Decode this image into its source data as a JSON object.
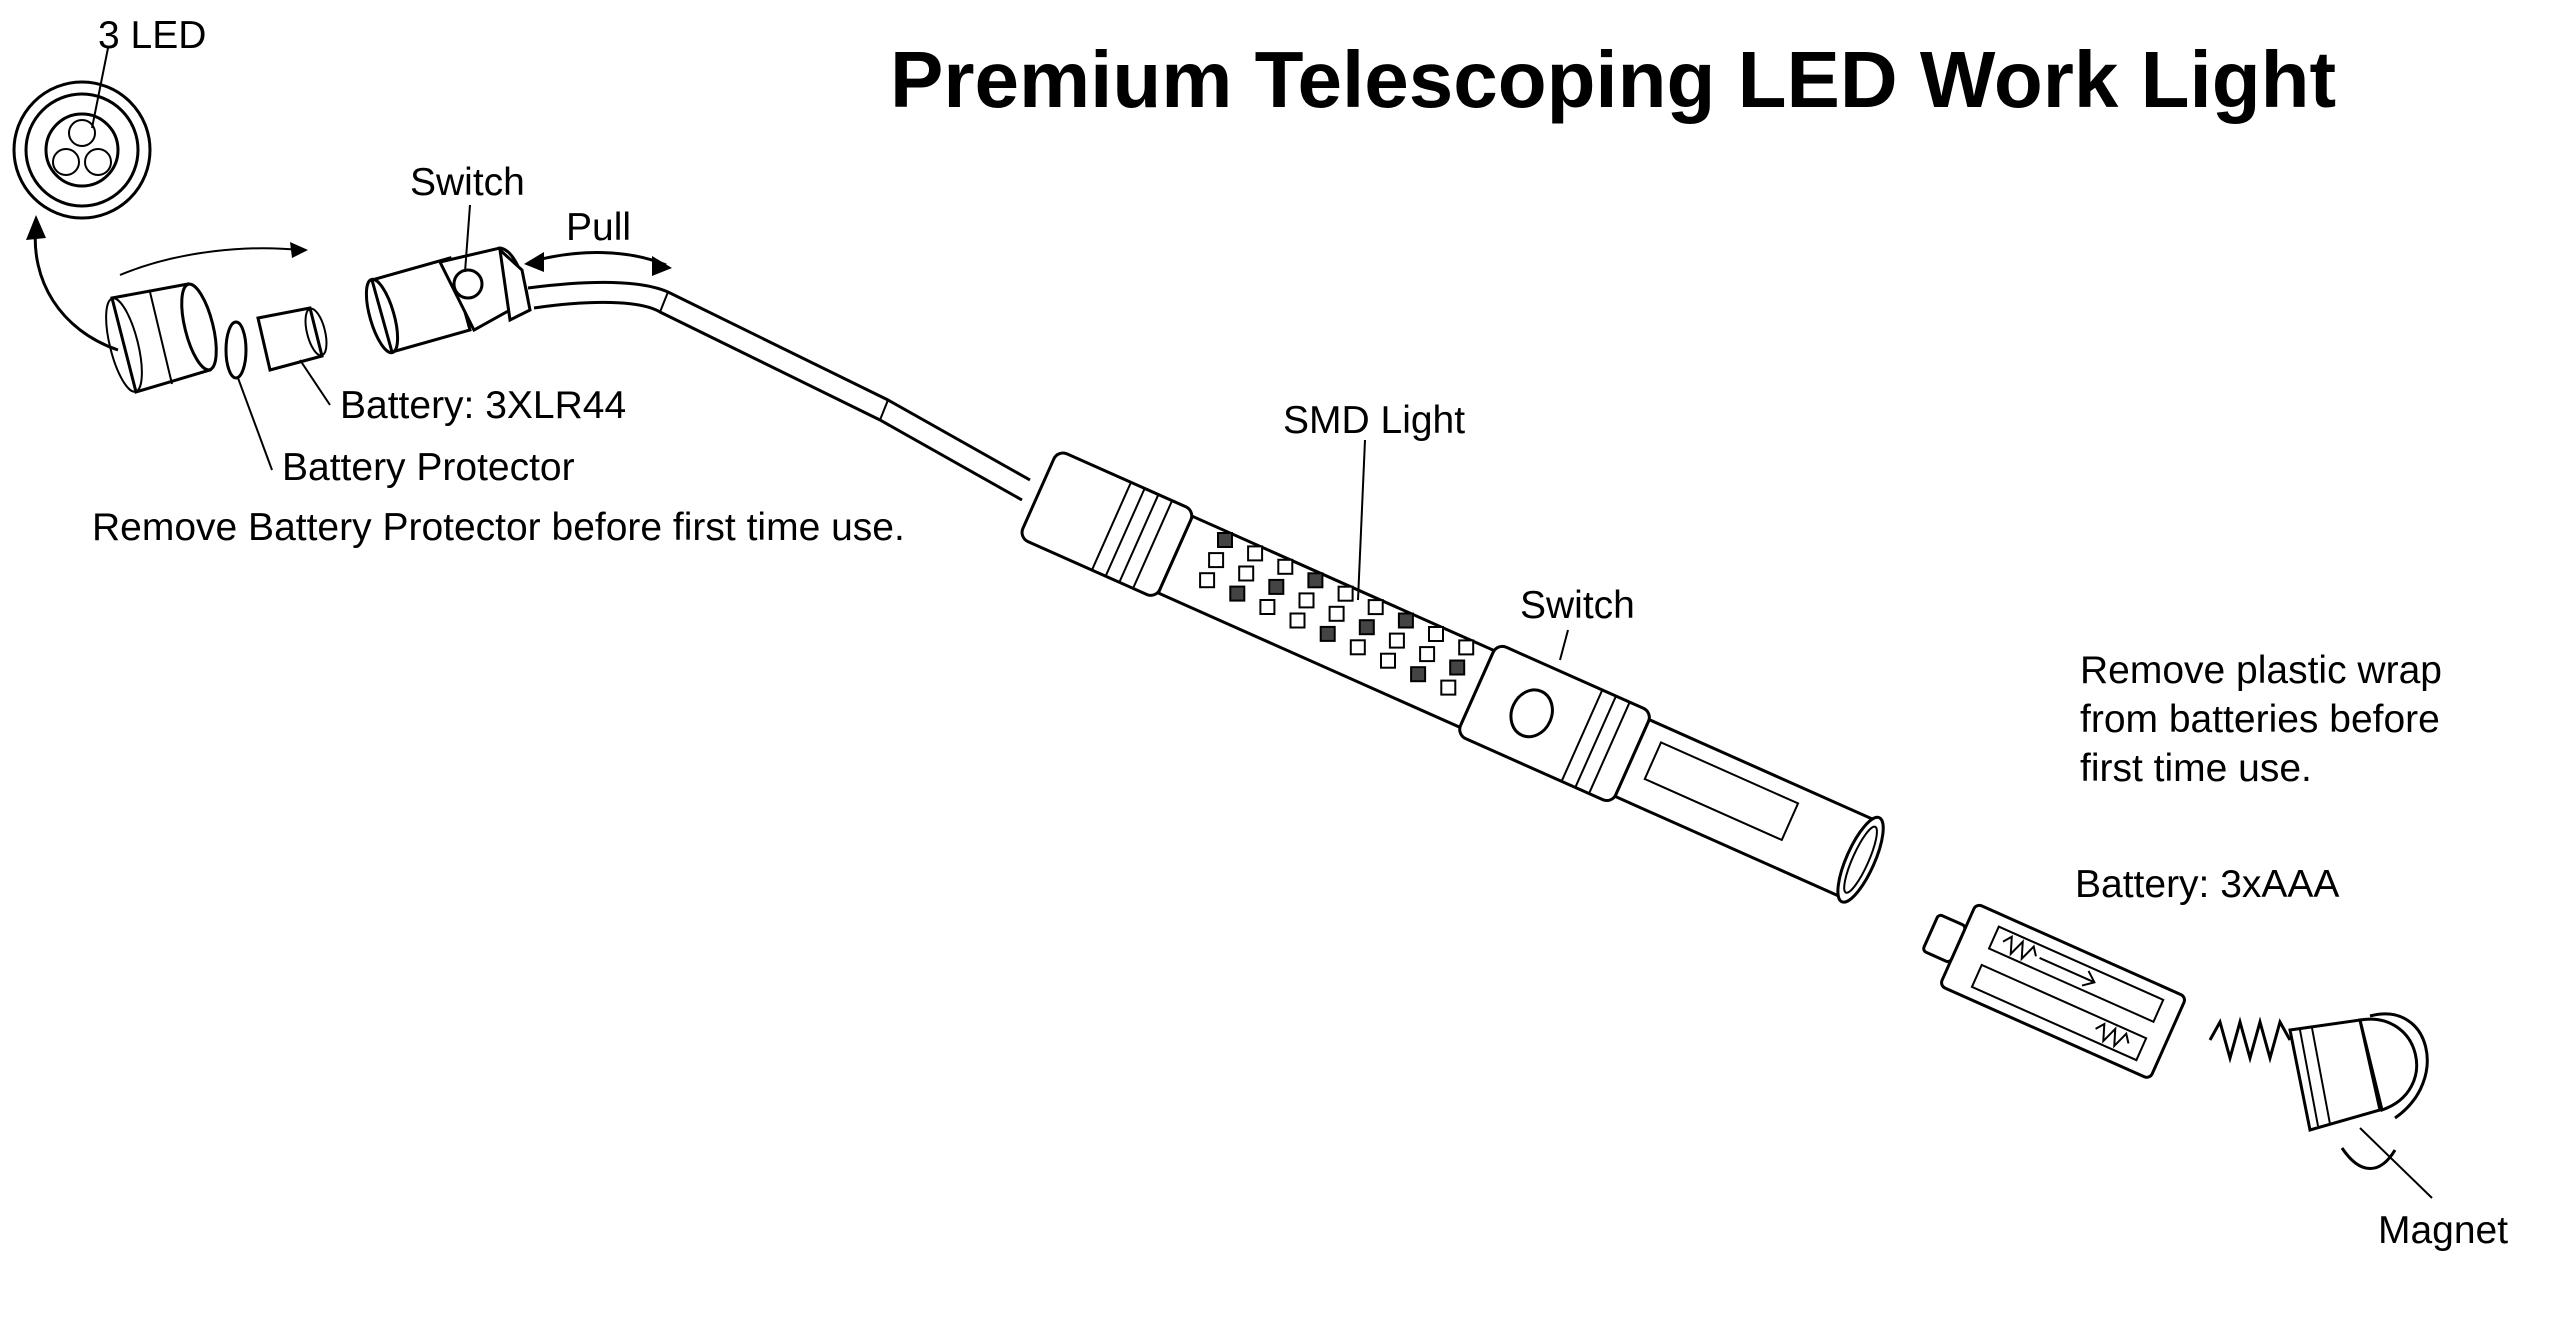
{
  "title": "Premium Telescoping LED Work Light",
  "labels": {
    "three_led": "3 LED",
    "switch_top": "Switch",
    "pull": "Pull",
    "battery_small": "Battery: 3XLR44",
    "battery_protector": "Battery Protector",
    "remove_protector_note": "Remove Battery Protector before first time use.",
    "smd_light": "SMD Light",
    "switch_body": "Switch",
    "plastic_wrap_line1": "Remove plastic wrap",
    "plastic_wrap_line2": "from batteries before",
    "plastic_wrap_line3": "first time use.",
    "battery_aaa": "Battery: 3xAAA",
    "magnet": "Magnet"
  }
}
